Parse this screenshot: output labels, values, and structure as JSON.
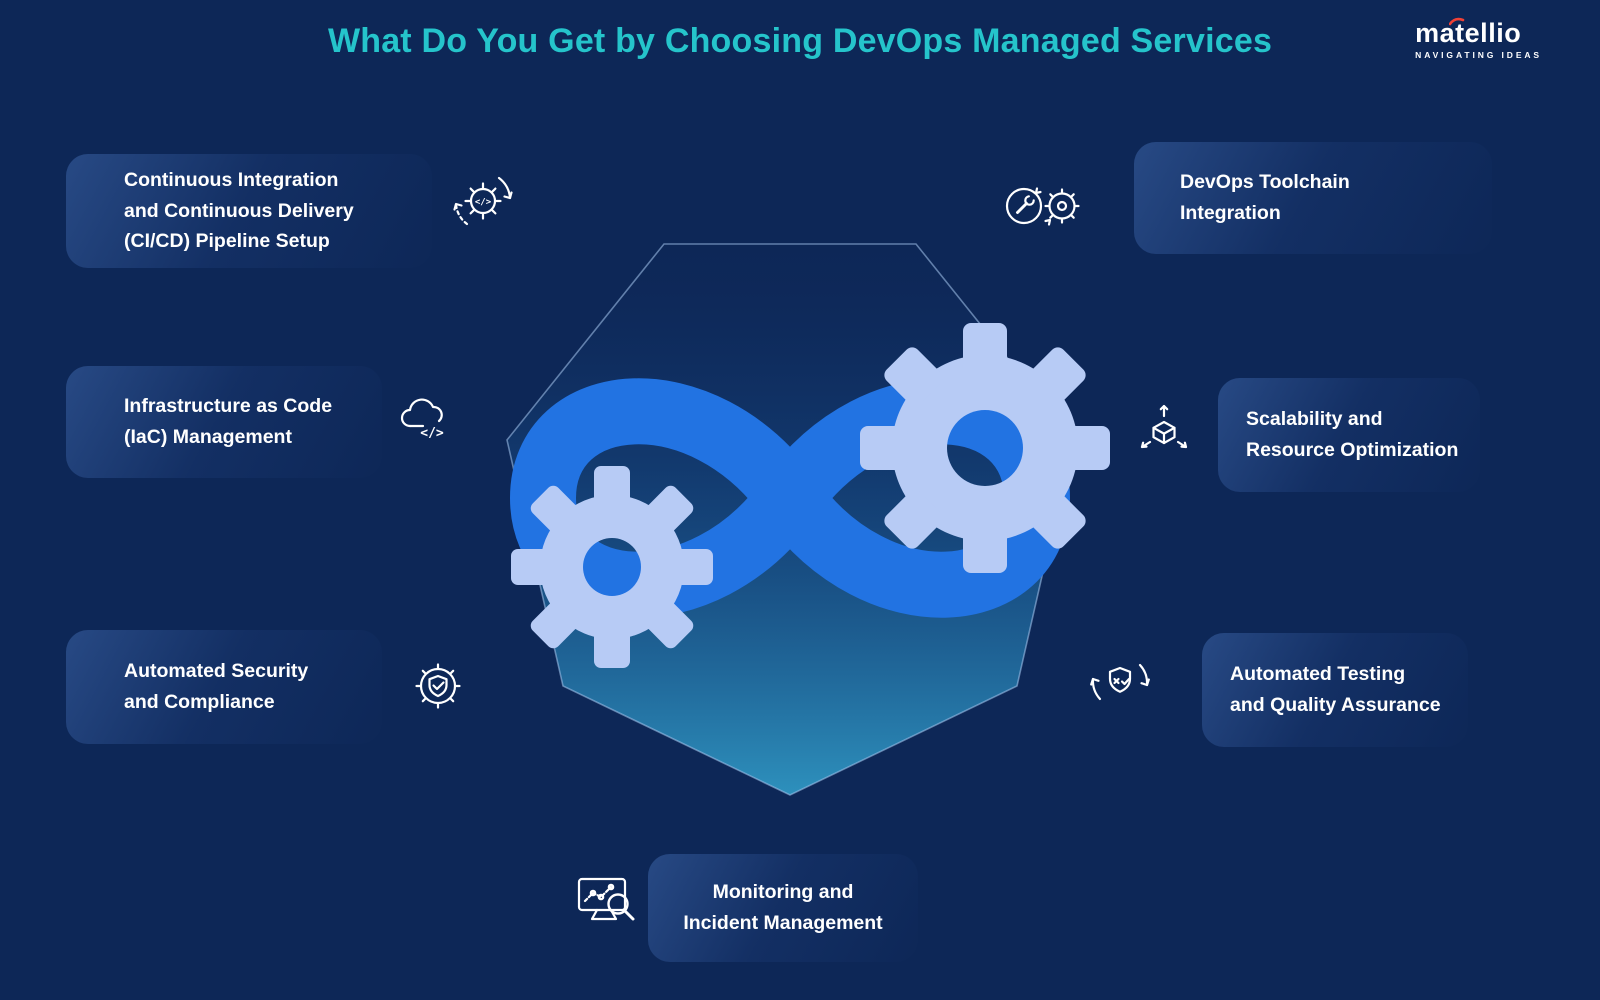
{
  "page": {
    "title": "What Do You Get by Choosing DevOps Managed Services",
    "brand": {
      "name": "matellio",
      "tagline": "NAVIGATING IDEAS"
    }
  },
  "cards": [
    {
      "label": "Continuous Integration\nand Continuous Delivery\n(CI/CD) Pipeline Setup",
      "icon": "cicd-pipeline-icon"
    },
    {
      "label": "Infrastructure as Code\n(IaC) Management",
      "icon": "iac-management-icon"
    },
    {
      "label": "Automated Security\nand Compliance",
      "icon": "security-compliance-icon"
    },
    {
      "label": "DevOps Toolchain\nIntegration",
      "icon": "toolchain-integration-icon"
    },
    {
      "label": "Scalability and\nResource Optimization",
      "icon": "scalability-icon"
    },
    {
      "label": "Automated Testing\nand Quality Assurance",
      "icon": "testing-qa-icon"
    },
    {
      "label": "Monitoring and\nIncident Management",
      "icon": "monitoring-icon"
    }
  ],
  "colors": {
    "background": "#0d2757",
    "accent_teal": "#25c4cb",
    "ribbon_blue": "#2273e2",
    "gear_light": "#b7cbf5",
    "card_text": "#ffffff",
    "logo_accent_red": "#ef4136"
  }
}
